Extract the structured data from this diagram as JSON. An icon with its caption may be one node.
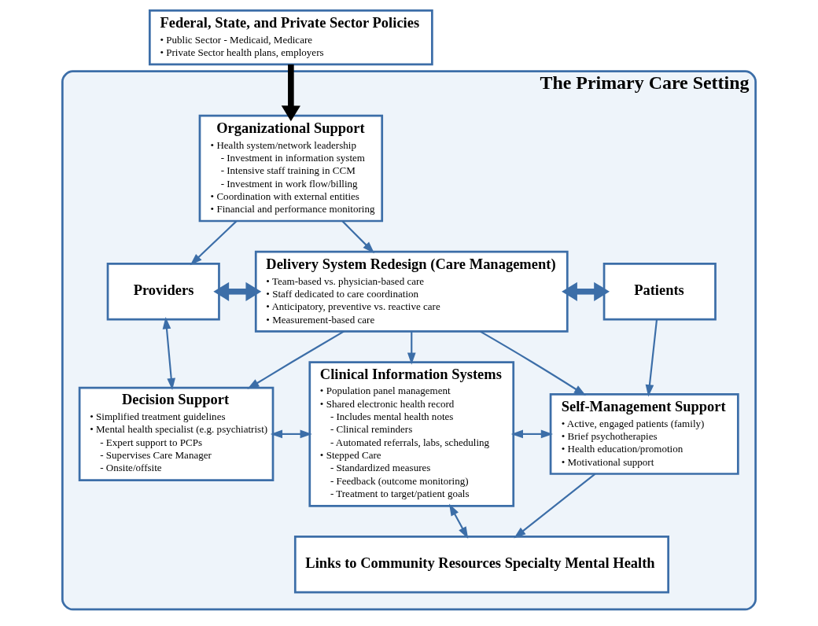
{
  "diagram": {
    "nodes": [
      {
        "text": [
          "Federal, State, and Private Sector Policies",
          "• Public Sector - Medicaid, Medicare",
          "• Private Sector health plans, employers"
        ]
      },
      {
        "text": [
          "The Primary Care Setting"
        ]
      },
      {
        "text": [
          "Organizational Support",
          "• Health system/network leadership",
          "- Investment in information system",
          "- Intensive staff training in CCM",
          "- Investment in work flow/billing",
          "• Coordination with external entities",
          "• Financial and performance monitoring"
        ],
        "in": 1
      },
      {
        "text": [
          "Providers"
        ],
        "in": 1
      },
      {
        "text": [
          "Delivery System Redesign (Care Management)",
          "• Team-based vs. physician-based care",
          "• Staff dedicated to care coordination",
          "• Anticipatory, preventive vs. reactive care",
          "• Measurement-based care"
        ],
        "in": 1
      },
      {
        "text": [
          "Patients"
        ],
        "in": 1
      },
      {
        "text": [
          "Decision Support",
          "• Simplified treatment guidelines",
          "• Mental health specialist (e.g. psychiatrist)",
          "- Expert support to PCPs",
          "- Supervises Care Manager",
          "- Onsite/offsite"
        ],
        "in": 1
      },
      {
        "text": [
          "Clinical Information Systems",
          "• Population panel management",
          "• Shared electronic health record",
          "- Includes mental health notes",
          "- Clinical reminders",
          "- Automated referrals, labs, scheduling",
          "• Stepped Care",
          "- Standardized measures",
          "- Feedback (outcome monitoring)",
          "- Treatment to target/patient goals"
        ],
        "in": 1
      },
      {
        "text": [
          "Self-Management Support",
          "• Active, engaged patients (family)",
          "• Brief psychotherapies",
          "• Health education/promotion",
          "• Motivational support"
        ],
        "in": 1
      },
      {
        "text": [
          "Links to Community Resources Specialty Mental Health"
        ],
        "in": 1
      }
    ],
    "edges": [
      {
        "from": 0,
        "to": 2,
        "arrow": "to",
        "style": "thick",
        "color": "#000000"
      },
      {
        "from": 2,
        "to": 3,
        "arrow": "to"
      },
      {
        "from": 2,
        "to": 4,
        "arrow": "to"
      },
      {
        "from": 3,
        "to": 4,
        "arrow": "both",
        "style": "thick"
      },
      {
        "from": 4,
        "to": 5,
        "arrow": "both",
        "style": "thick"
      },
      {
        "from": 3,
        "to": 6,
        "arrow": "both"
      },
      {
        "from": 4,
        "to": 6,
        "arrow": "to"
      },
      {
        "from": 4,
        "to": 7,
        "arrow": "to"
      },
      {
        "from": 4,
        "to": 8,
        "arrow": "to"
      },
      {
        "from": 5,
        "to": 8,
        "arrow": "to"
      },
      {
        "from": 6,
        "to": 7,
        "arrow": "both"
      },
      {
        "from": 7,
        "to": 8,
        "arrow": "both"
      },
      {
        "from": 7,
        "to": 9,
        "arrow": "both"
      },
      {
        "from": 8,
        "to": 9,
        "arrow": "to"
      }
    ]
  }
}
